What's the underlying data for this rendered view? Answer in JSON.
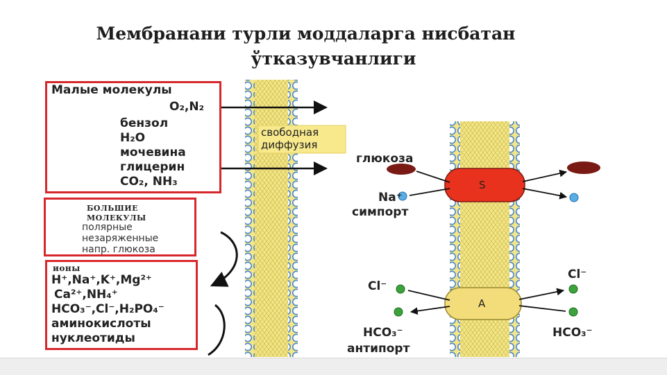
{
  "title": {
    "line1": "Мембранани турли моддаларга нисбатан",
    "line2": "ўтказувчанлиги"
  },
  "small_molecules": {
    "heading": "Малые молекулы",
    "o2n2": "O₂,N₂",
    "benzol": "бензол",
    "water": "H₂O",
    "urea": "мочевина",
    "glycerin": "глицерин",
    "co2nh3": "CO₂, NH₃"
  },
  "large_molecules": {
    "heading1": "БОЛЬШИЕ",
    "heading2": "МОЛЕКУЛЫ",
    "desc1": "полярные",
    "desc2": "незаряженные",
    "desc3": "напр. глюкоза"
  },
  "ions": {
    "heading": "ионы",
    "line1": "H⁺,Na⁺,K⁺,Mg²⁺",
    "line2": "Ca²⁺,NH₄⁺",
    "line3": "HCO₃⁻,Cl⁻,H₂PO₄⁻",
    "line4": "аминокислоты",
    "line5": "нуклеотиды"
  },
  "diffusion_label": {
    "line1": "свободная",
    "line2": "диффузия"
  },
  "symport": {
    "glucose": "глюкоза",
    "na": "Na⁺",
    "name": "симпорт",
    "carrier": "S"
  },
  "antiport": {
    "cl_left": "Cl⁻",
    "hco3_left": "HCO₃⁻",
    "cl_right": "Cl⁻",
    "hco3_right": "HCO₃⁻",
    "name": "антипорт",
    "carrier": "A"
  },
  "colors": {
    "box_border": "#d7272c",
    "membrane_fill": "#f3e68a",
    "bead": "#4a86c8",
    "symport_carrier": "#e8321e",
    "antiport_carrier": "#f2dd7a",
    "glucose": "#7a1a14",
    "ion_green": "#3ca33c",
    "ion_blue": "#5aaee6"
  }
}
